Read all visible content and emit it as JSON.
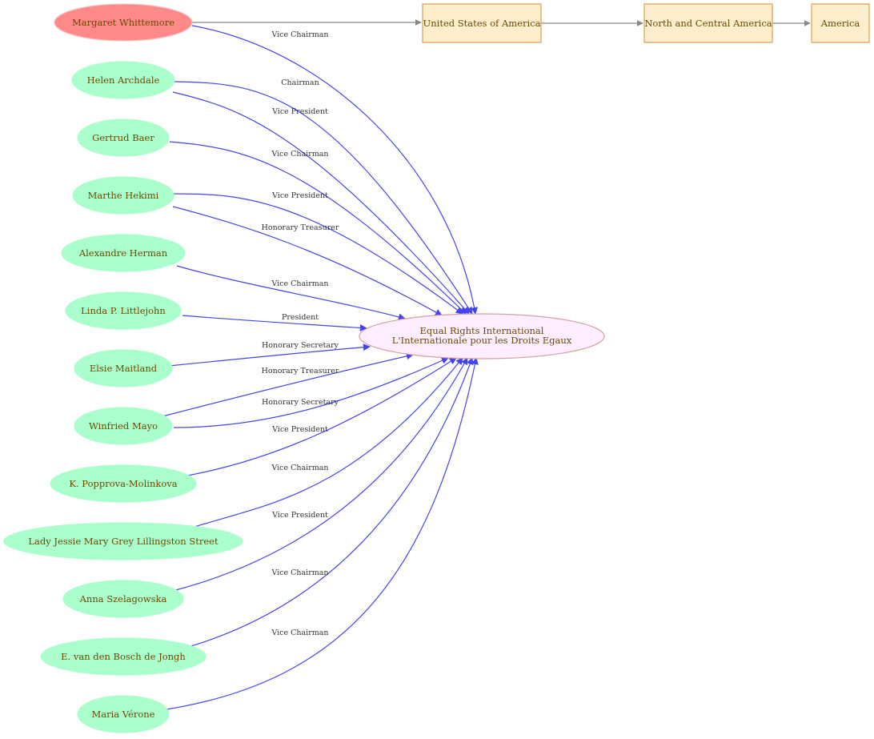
{
  "colors": {
    "person_fill": "#aaffcc",
    "person_highlight_fill": "#ff8888",
    "person_highlight_stroke": "#f0c8c8",
    "org_fill": "#ffeeff",
    "org_stroke": "#d8a0a0",
    "place_fill": "#ffeecc",
    "place_stroke": "#d8a050",
    "edge_color": "#4444ee",
    "chain_edge_color": "#888888",
    "label_text": "#6b4a00",
    "edge_label_text": "#333333"
  },
  "organization": {
    "label_line1": "Equal Rights International",
    "label_line2": "L'Internationale pour les Droits Egaux"
  },
  "location_chain": [
    {
      "label": "United States of America"
    },
    {
      "label": "North and Central America"
    },
    {
      "label": "America"
    }
  ],
  "people": [
    {
      "name": "Margaret Whittemore",
      "highlight": true,
      "roles": [
        "Vice Chairman"
      ]
    },
    {
      "name": "Helen Archdale",
      "highlight": false,
      "roles": [
        "Chairman",
        "Vice President"
      ]
    },
    {
      "name": "Gertrud Baer",
      "highlight": false,
      "roles": [
        "Vice Chairman"
      ]
    },
    {
      "name": "Marthe Hekimi",
      "highlight": false,
      "roles": [
        "Vice President",
        "Honorary Treasurer"
      ]
    },
    {
      "name": "Alexandre Herman",
      "highlight": false,
      "roles": [
        "Vice Chairman"
      ]
    },
    {
      "name": "Linda P. Littlejohn",
      "highlight": false,
      "roles": [
        "President"
      ]
    },
    {
      "name": "Elsie Maitland",
      "highlight": false,
      "roles": [
        "Honorary Secretary"
      ]
    },
    {
      "name": "Winfried Mayo",
      "highlight": false,
      "roles": [
        "Honorary Treasurer",
        "Honorary Secretary"
      ]
    },
    {
      "name": "K. Popprova-Molinkova",
      "highlight": false,
      "roles": [
        "Vice President"
      ]
    },
    {
      "name": "Lady Jessie Mary Grey Lillingston Street",
      "highlight": false,
      "roles": [
        "Vice Chairman"
      ]
    },
    {
      "name": "Anna Szelagowska",
      "highlight": false,
      "roles": [
        "Vice President"
      ]
    },
    {
      "name": "E. van den Bosch de Jongh",
      "highlight": false,
      "roles": [
        "Vice Chairman"
      ]
    },
    {
      "name": "Maria Vérone",
      "highlight": false,
      "roles": [
        "Vice Chairman"
      ]
    }
  ]
}
